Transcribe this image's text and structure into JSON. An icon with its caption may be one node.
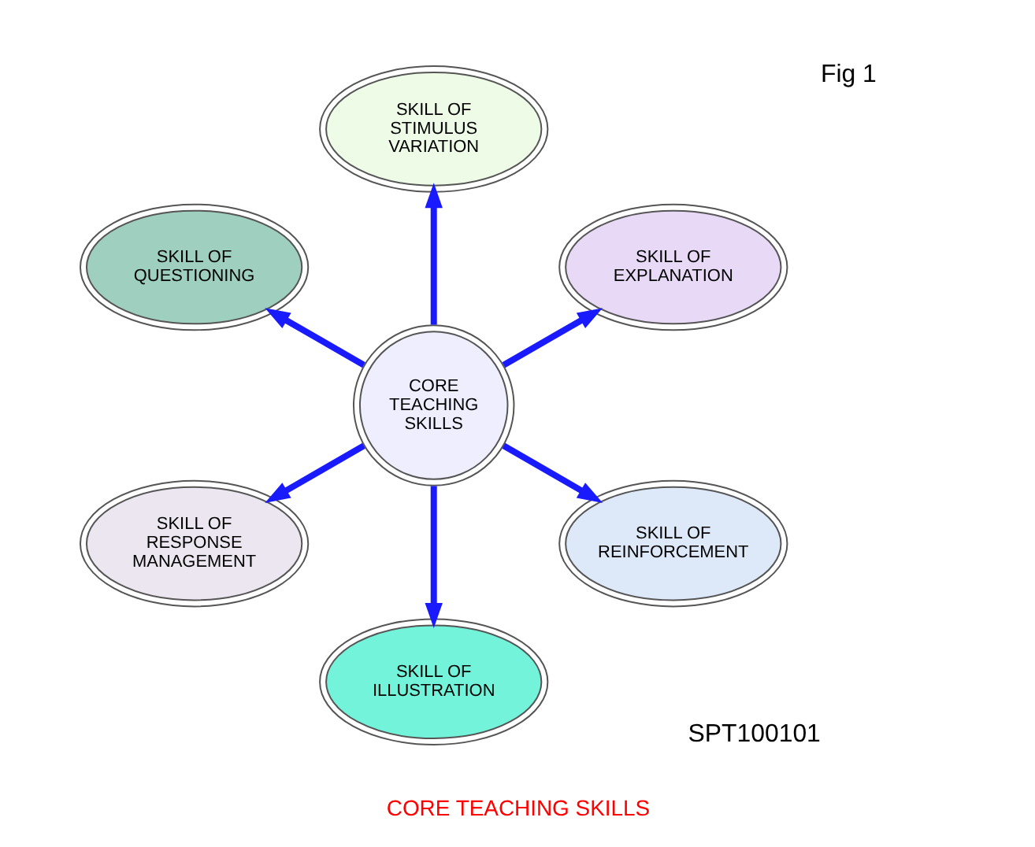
{
  "diagram": {
    "caption": "CORE TEACHING SKILLS",
    "nodes": [
      {
        "text": [
          "CORE TEACHING SKILLS"
        ]
      },
      {
        "text": [
          "SKILL OF EXPLANATION"
        ]
      },
      {
        "text": [
          "SKILL OF STIMULUS VARIATION"
        ]
      },
      {
        "text": [
          "SKILL OF QUESTIONING"
        ]
      },
      {
        "text": [
          "SKILL OF RESPONSE MANAGEMENT"
        ]
      },
      {
        "text": [
          "SKILL OF ILLUSTRATION"
        ]
      },
      {
        "text": [
          "SKILL OF REINFORCEMENT"
        ]
      }
    ],
    "edges": [
      {
        "from": 0,
        "to": 1,
        "arrow": "to"
      },
      {
        "from": 0,
        "to": 2,
        "arrow": "to"
      },
      {
        "from": 0,
        "to": 3,
        "arrow": "to"
      },
      {
        "from": 0,
        "to": 4,
        "arrow": "to"
      },
      {
        "from": 0,
        "to": 5,
        "arrow": "to"
      },
      {
        "from": 0,
        "to": 6,
        "arrow": "to"
      }
    ],
    "labels": [
      "Fig 1",
      "SPT100101"
    ]
  }
}
